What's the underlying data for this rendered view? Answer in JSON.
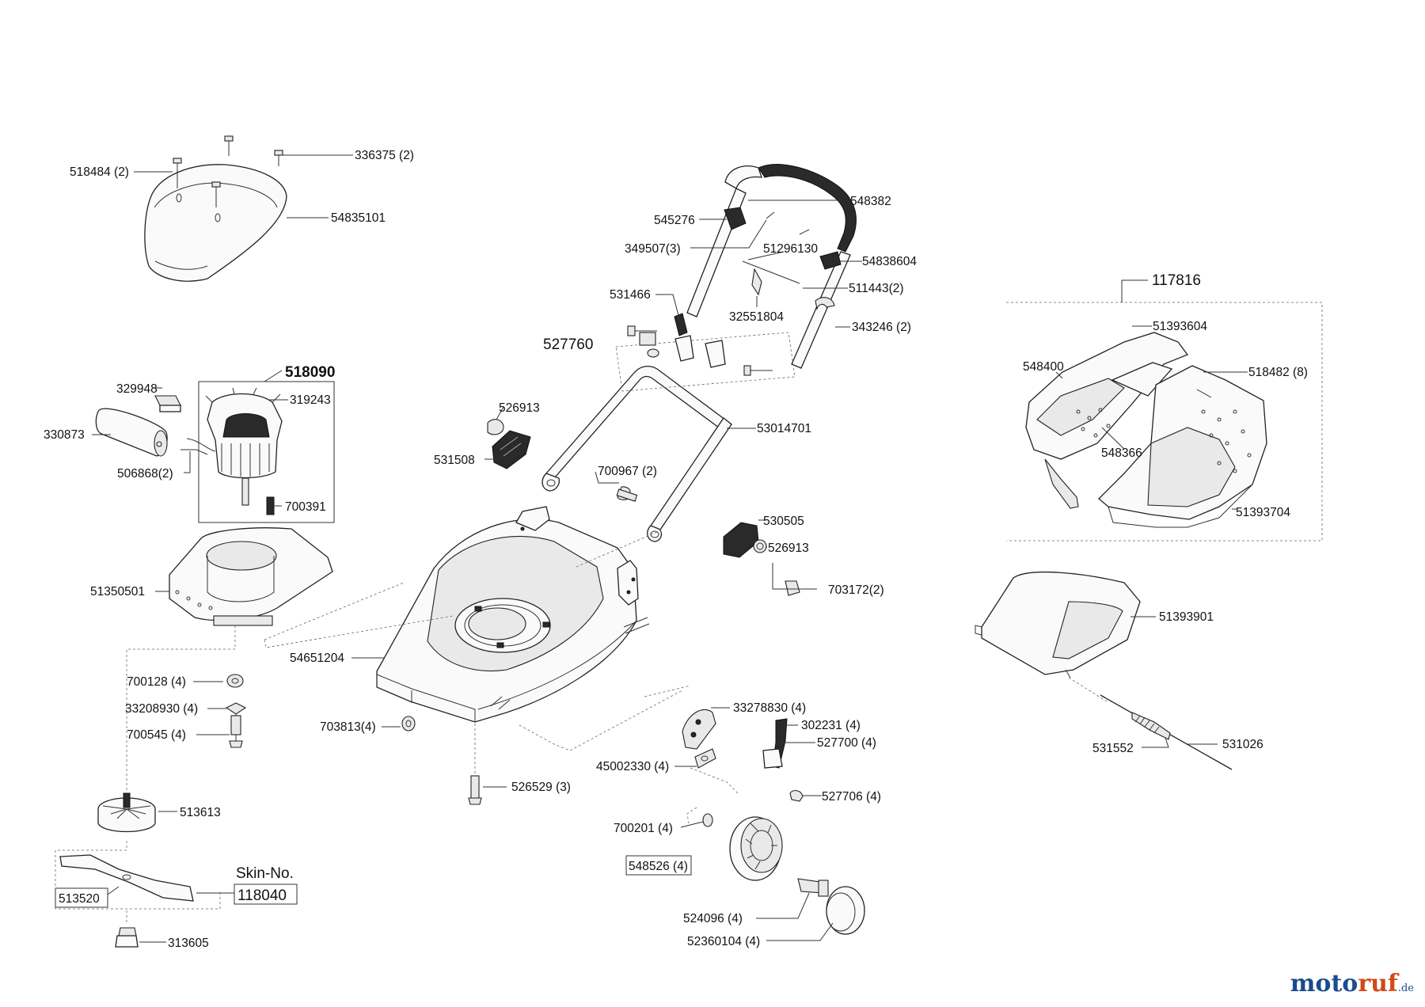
{
  "labels": {
    "p336375": "336375 (2)",
    "p518484": "518484 (2)",
    "p54835101": "54835101",
    "p548382": "548382",
    "p545276": "545276",
    "p349507": "349507(3)",
    "p51296130": "51296130",
    "p54838604": "54838604",
    "p531466": "531466",
    "p511443": "511443(2)",
    "p32551804": "32551804",
    "p343246": "343246 (2)",
    "p527760": "527760",
    "p117816": "117816",
    "p51393604": "51393604",
    "p548400": "548400",
    "p518482": "518482 (8)",
    "p548366": "548366",
    "p51393704": "51393704",
    "p518090": "518090",
    "p329948": "329948",
    "p319243": "319243",
    "p330873": "330873",
    "p506868": "506868(2)",
    "p700391": "700391",
    "p526913a": "526913",
    "p531508": "531508",
    "p53014701": "53014701",
    "p700967": "700967 (2)",
    "p530505": "530505",
    "p526913b": "526913",
    "p703172": "703172(2)",
    "p51350501": "51350501",
    "p54651204": "54651204",
    "p51393901": "51393901",
    "p700128": "700128 (4)",
    "p33208930": "33208930 (4)",
    "p700545": "700545 (4)",
    "p703813": "703813(4)",
    "p33278830": "33278830 (4)",
    "p302231": "302231 (4)",
    "p527700": "527700 (4)",
    "p45002330": "45002330 (4)",
    "p531552": "531552",
    "p531026": "531026",
    "p526529": "526529 (3)",
    "p527706": "527706 (4)",
    "p513613": "513613",
    "p700201": "700201 (4)",
    "p548526": "548526 (4)",
    "pskin": "Skin-No.",
    "p118040": "118040",
    "p513520": "513520",
    "p524096": "524096 (4)",
    "p52360104": "52360104 (4)",
    "p313605": "313605"
  },
  "watermark": {
    "main_a": "moto",
    "main_b": "ruf",
    "tld": ".de"
  }
}
